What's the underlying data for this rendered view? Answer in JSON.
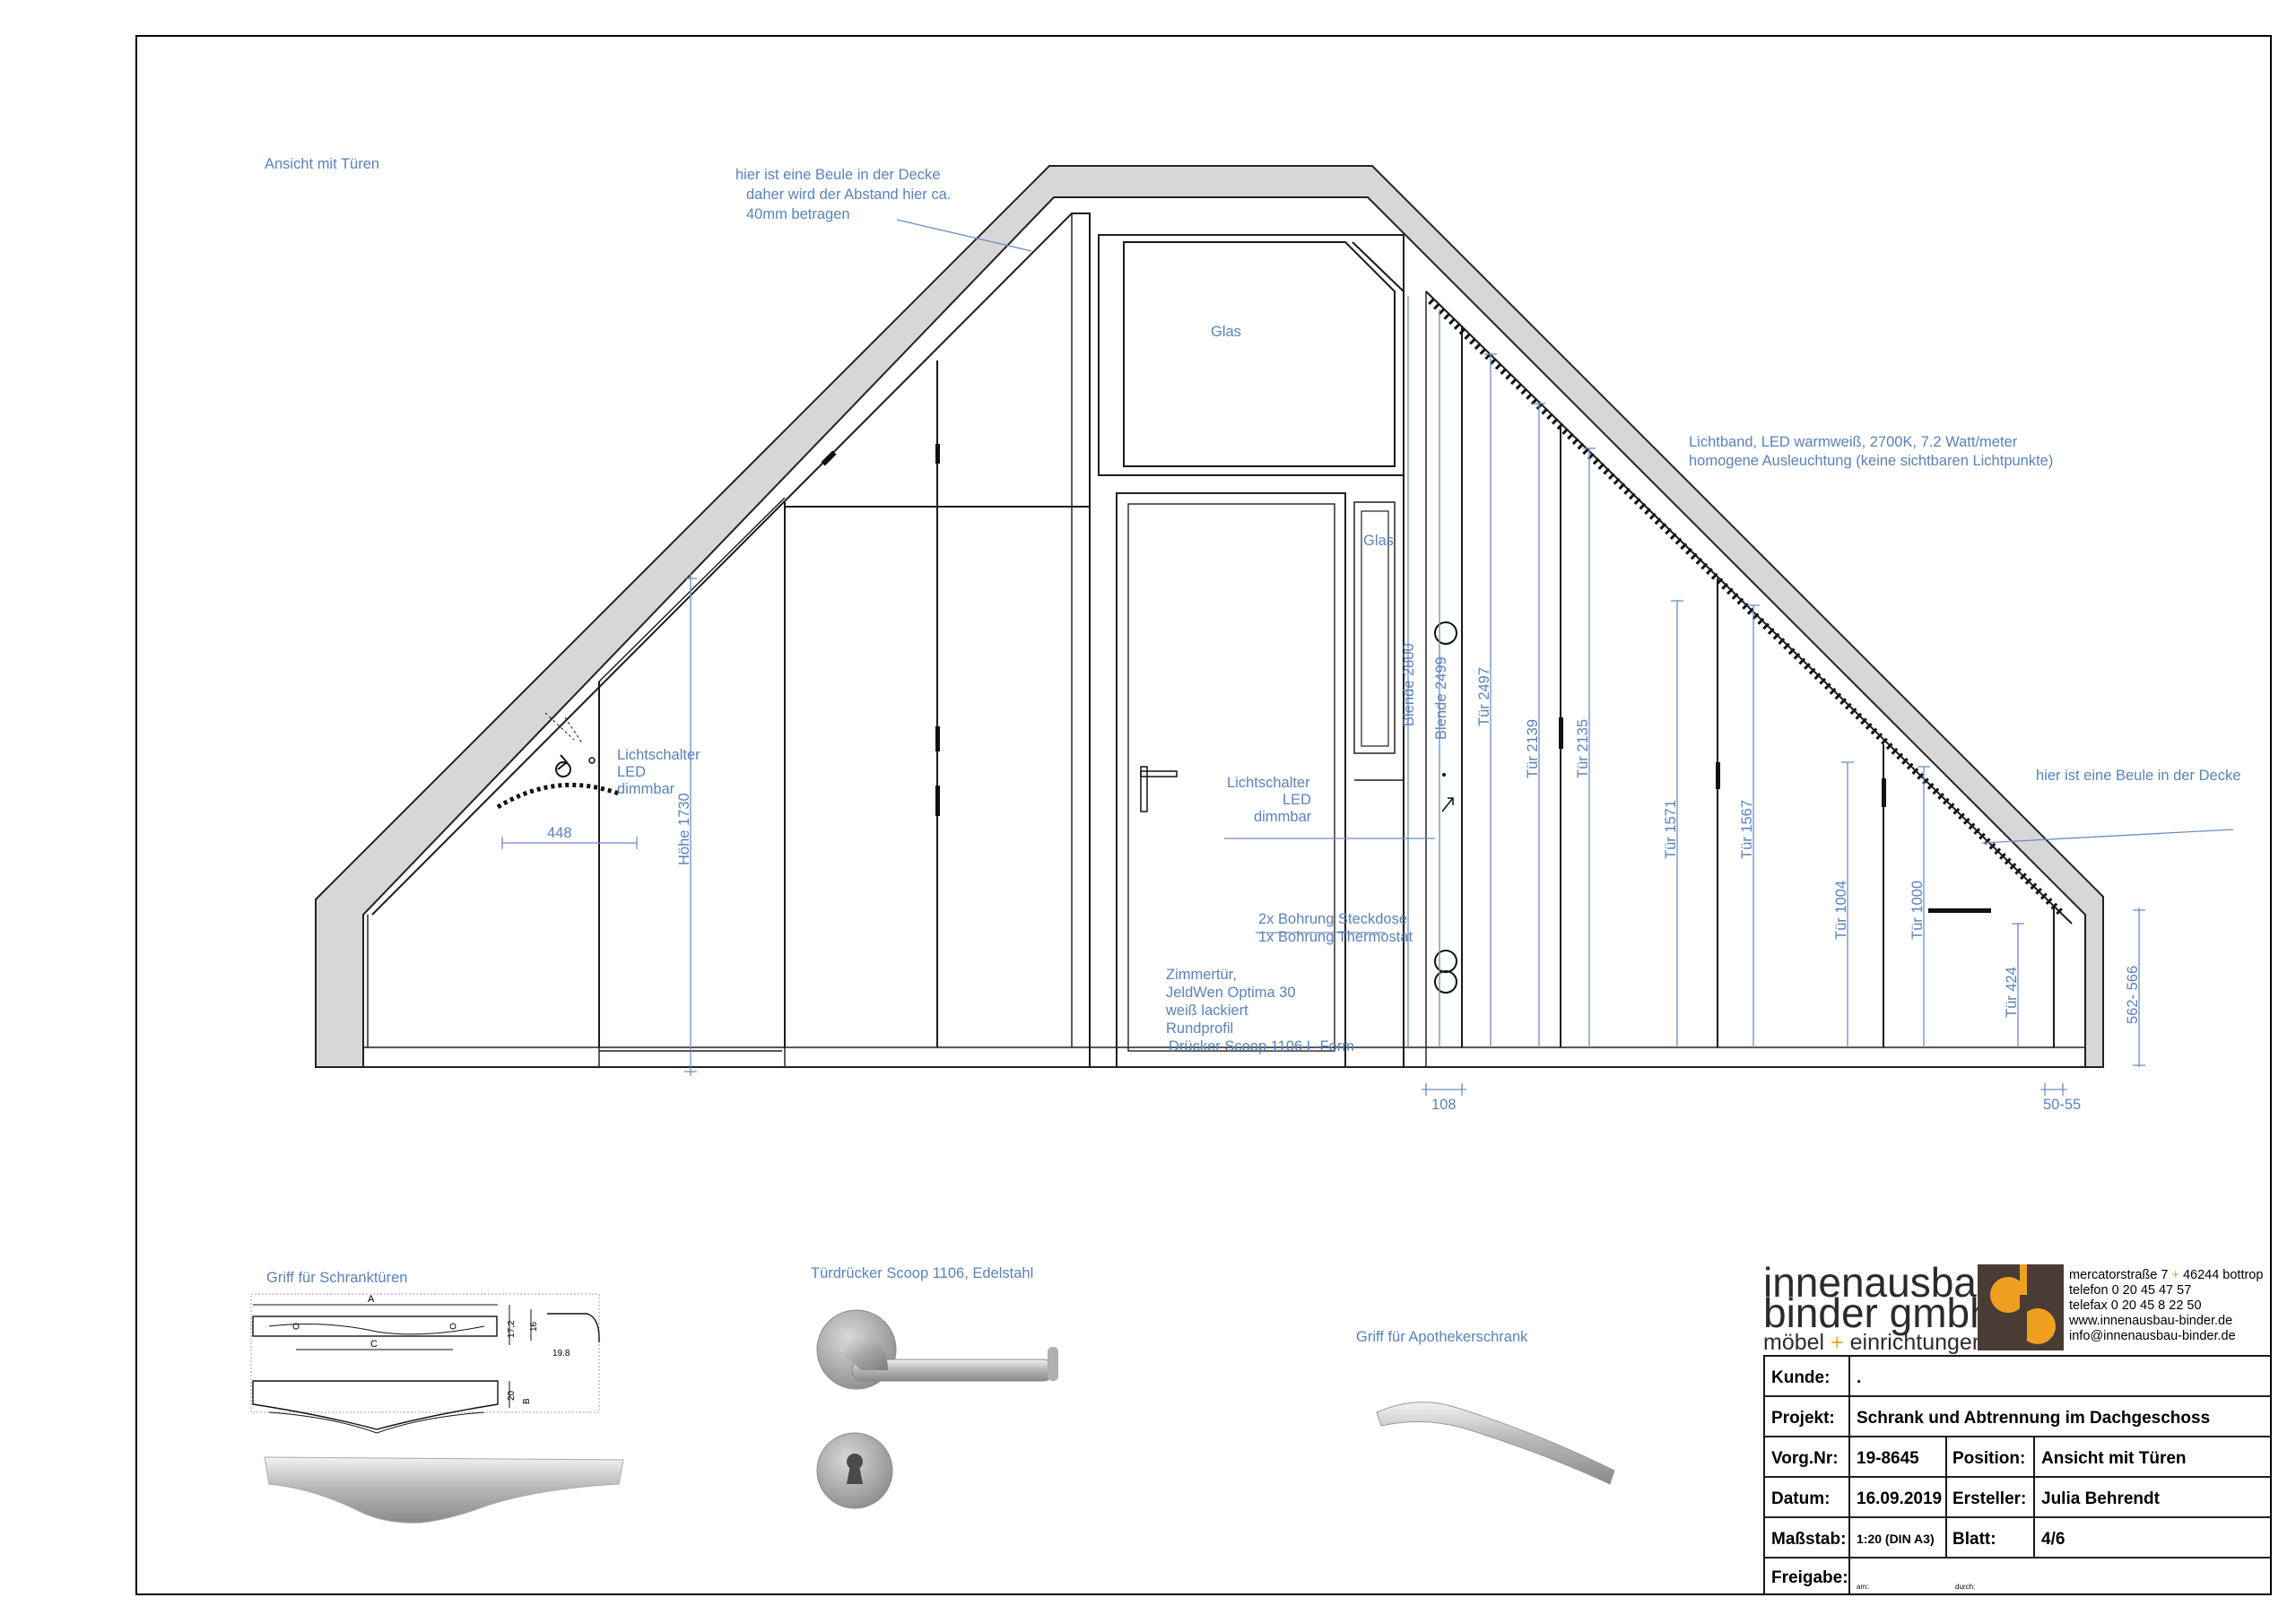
{
  "drawing": {
    "view_title": "Ansicht mit Türen",
    "notes": {
      "beule_left_1": "hier ist eine Beule in der Decke",
      "beule_left_2": "daher wird der Abstand hier ca.",
      "beule_left_3": "40mm betragen",
      "glass_top": "Glas",
      "glass_side": "Glas",
      "led_1": "Lichtband, LED warmweiß, 2700K, 7.2 Watt/meter",
      "led_2": "homogene Ausleuchtung (keine sichtbaren Lichtpunkte)",
      "beule_right": "hier ist eine Beule in der Decke",
      "switch_left_1": "Lichtschalter",
      "switch_left_2": "LED",
      "switch_left_3": "dimmbar",
      "switch_mid_1": "Lichtschalter",
      "switch_mid_2": "LED",
      "switch_mid_3": "dimmbar",
      "bohrung_1": "2x Bohrung Steckdose",
      "bohrung_2": "1x Bohrung Thermostat",
      "door_1": "Zimmertür,",
      "door_2": "JeldWen Optima 30",
      "door_3": "weiß lackiert",
      "door_4": "Rundprofil",
      "door_5": "Drücker Scoop 1106 L-Form"
    },
    "dimensions": {
      "d448": "448",
      "hoehe": "Höhe 1730",
      "blende2800": "Blende 2800",
      "blende2499": "Blende 2499",
      "tuer2497": "Tür 2497",
      "tuer2139": "Tür 2139",
      "tuer2135": "Tür 2135",
      "tuer1571": "Tür 1571",
      "tuer1567": "Tür 1567",
      "tuer1004": "Tür 1004",
      "tuer1000": "Tür 1000",
      "tuer424": "Tür 424",
      "d562": "562- 566",
      "d108": "108",
      "d5055": "50-55"
    },
    "handles": {
      "griff_schrank": "Griff für Schranktüren",
      "tuerdruecker": "Türdrücker Scoop 1106, Edelstahl",
      "griff_apotheker": "Griff für Apothekerschrank",
      "label_a": "A",
      "label_c": "C",
      "label_b": "B",
      "m17": "17,2",
      "m16": "16",
      "m198": "19.8",
      "m20": "20"
    }
  },
  "company": {
    "name_line1": "innenausbau",
    "name_line2": "binder gmbh",
    "tagline_a": "möbel",
    "tagline_plus": "+",
    "tagline_b": "einrichtungen",
    "address_a": "mercatorstraße 7",
    "address_plus": "+",
    "address_b": "46244 bottrop",
    "telefon": "telefon 0 20 45 47 57",
    "telefax": "telefax 0 20 45 8 22 50",
    "web": "www.innenausbau-binder.de",
    "email": "info@innenausbau-binder.de",
    "logo_colors": {
      "dark": "#4a3c34",
      "accent": "#f0a020"
    }
  },
  "title_block": {
    "kunde_label": "Kunde:",
    "kunde_value": ".",
    "projekt_label": "Projekt:",
    "projekt_value": "Schrank und Abtrennung im Dachgeschoss",
    "vorg_label": "Vorg.Nr:",
    "vorg_value": "19-8645",
    "position_label": "Position:",
    "position_value": "Ansicht mit Türen",
    "datum_label": "Datum:",
    "datum_value": "16.09.2019",
    "ersteller_label": "Ersteller:",
    "ersteller_value": "Julia Behrendt",
    "massstab_label": "Maßstab:",
    "massstab_value": "1:20 (DIN A3)",
    "blatt_label": "Blatt:",
    "blatt_value": "4/6",
    "freigabe_label": "Freigabe:",
    "freigabe_am": "am:",
    "freigabe_durch": "durch:"
  }
}
